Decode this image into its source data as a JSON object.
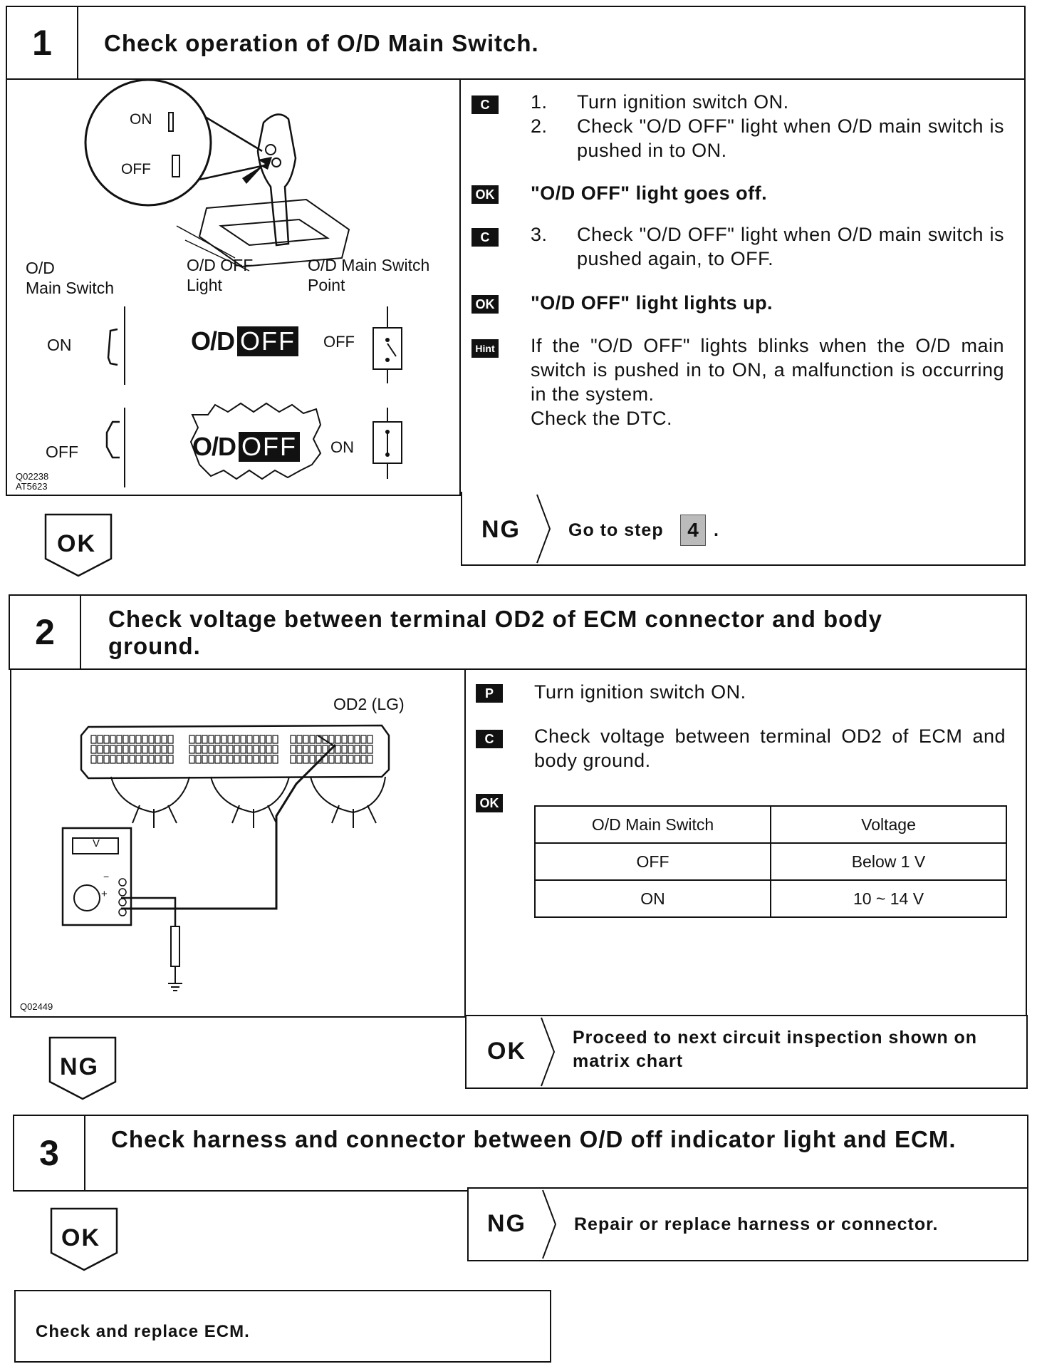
{
  "step1": {
    "number": "1",
    "title": "Check operation of O/D Main Switch.",
    "figure": {
      "zoom_on": "ON",
      "zoom_off": "OFF",
      "col_switch": "O/D\nMain Switch",
      "col_light": "O/D OFF\nLight",
      "col_point": "O/D Main Switch\nPoint",
      "row_on": "ON",
      "row_off": "OFF",
      "od_text": "O/D",
      "off_text": "OFF",
      "point_row1": "OFF",
      "point_row2": "ON",
      "code1": "Q02238",
      "code2": "AT5623"
    },
    "instructions": {
      "badge_c": "C",
      "badge_ok": "OK",
      "badge_hint": "Hint",
      "item1_num": "1.",
      "item1": "Turn ignition switch ON.",
      "item2_num": "2.",
      "item2": "Check \"O/D OFF\" light when O/D main switch is pushed in to ON.",
      "ok1": "\"O/D OFF\" light goes off.",
      "item3_num": "3.",
      "item3": "Check \"O/D OFF\" light when O/D main switch is pushed again, to OFF.",
      "ok2": "\"O/D OFF\" light lights up.",
      "hint": "If the \"O/D OFF\" lights blinks when the O/D main switch is pushed in to ON, a malfunction is occurring in the system.\nCheck the DTC."
    },
    "ok_label": "OK",
    "ng_label": "NG",
    "ng_text": "Go to step",
    "ng_step": "4",
    "ng_period": "."
  },
  "step2": {
    "number": "2",
    "title": "Check voltage between terminal OD2 of ECM connector and body ground.",
    "figure": {
      "terminal": "OD2 (LG)",
      "meter": "V",
      "minus": "−",
      "plus": "+",
      "code": "Q02449"
    },
    "instructions": {
      "badge_p": "P",
      "badge_c": "C",
      "badge_ok": "OK",
      "prep": "Turn ignition switch ON.",
      "check": "Check voltage between terminal OD2 of ECM and body ground."
    },
    "table": {
      "headers": [
        "O/D Main Switch",
        "Voltage"
      ],
      "rows": [
        [
          "OFF",
          "Below 1 V"
        ],
        [
          "ON",
          "10 ~ 14 V"
        ]
      ]
    },
    "ng_label": "NG",
    "ok_label": "OK",
    "ok_text": "Proceed to next circuit inspection shown on matrix chart"
  },
  "step3": {
    "number": "3",
    "title": "Check harness and connector between O/D off indicator light and ECM.",
    "ok_label": "OK",
    "ng_label": "NG",
    "ng_text": "Repair or replace harness or connector."
  },
  "final": {
    "text": "Check and replace ECM."
  }
}
